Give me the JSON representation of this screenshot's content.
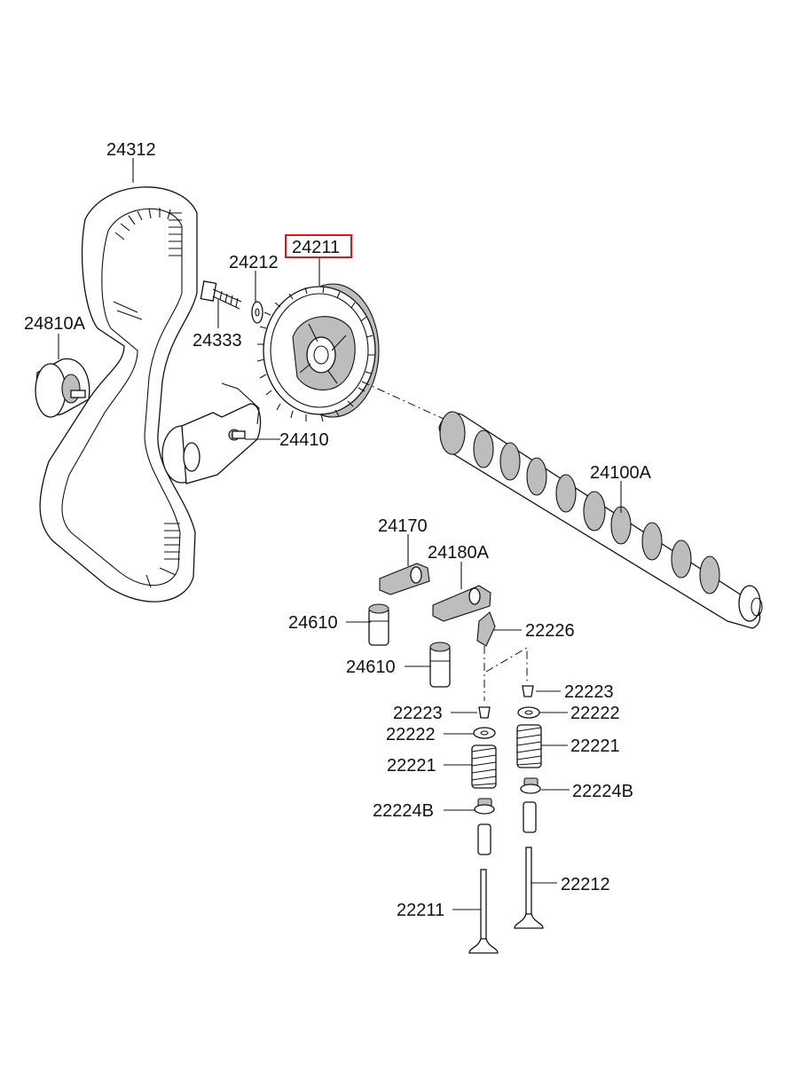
{
  "diagram": {
    "highlight_color": "#e0141b",
    "labels": {
      "timing_belt": "24312",
      "cam_sprocket": "24211",
      "washer": "24212",
      "bolt": "24333",
      "idler_pulley": "24810A",
      "tensioner": "24410",
      "camshaft": "24100A",
      "rocker_arm_a": "24170",
      "rocker_arm_b": "24180A",
      "lash_adjuster_a": "24610",
      "lash_adjuster_b": "24610",
      "rocker_shaft": "22226",
      "retainer_lock_r": "22223",
      "retainer_lock_l": "22223",
      "retainer_r": "22222",
      "retainer_l": "22222",
      "spring_r": "22221",
      "spring_l": "22221",
      "seal_r": "22224B",
      "seal_l": "22224B",
      "intake_valve": "22211",
      "exhaust_valve": "22212"
    }
  }
}
